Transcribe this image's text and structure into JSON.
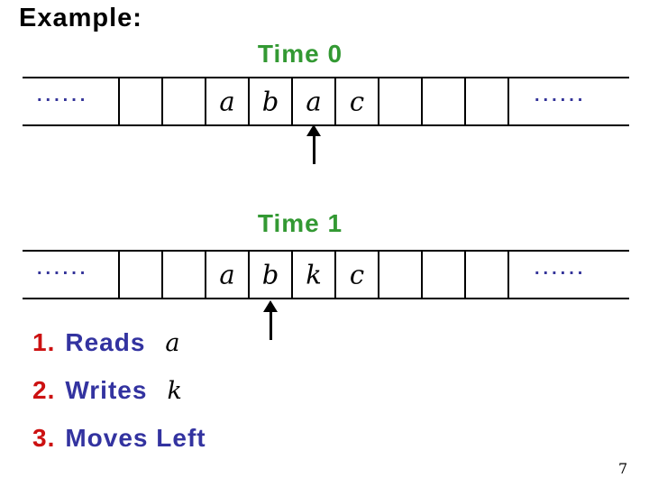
{
  "slide": {
    "title": "Example:",
    "page_number": "7"
  },
  "colors": {
    "time_label_green": "#339933",
    "step_text_blue": "#3333a0",
    "step_number_red": "#cc1111",
    "ellipsis_navy": "#333399",
    "tape_line_black": "#000000"
  },
  "time0": {
    "label": "Time 0",
    "left_dots": "......",
    "right_dots": "......",
    "cells": [
      "",
      "",
      "a",
      "b",
      "a",
      "c",
      "",
      "",
      ""
    ],
    "head_cell_index": 4
  },
  "time1": {
    "label": "Time 1",
    "left_dots": "......",
    "right_dots": "......",
    "cells": [
      "",
      "",
      "a",
      "b",
      "k",
      "c",
      "",
      "",
      ""
    ],
    "head_cell_index": 3
  },
  "steps": [
    {
      "number": "1.",
      "action": "Reads",
      "symbol": "a"
    },
    {
      "number": "2.",
      "action": "Writes",
      "symbol": "k"
    },
    {
      "number": "3.",
      "action": "Moves Left",
      "symbol": ""
    }
  ]
}
